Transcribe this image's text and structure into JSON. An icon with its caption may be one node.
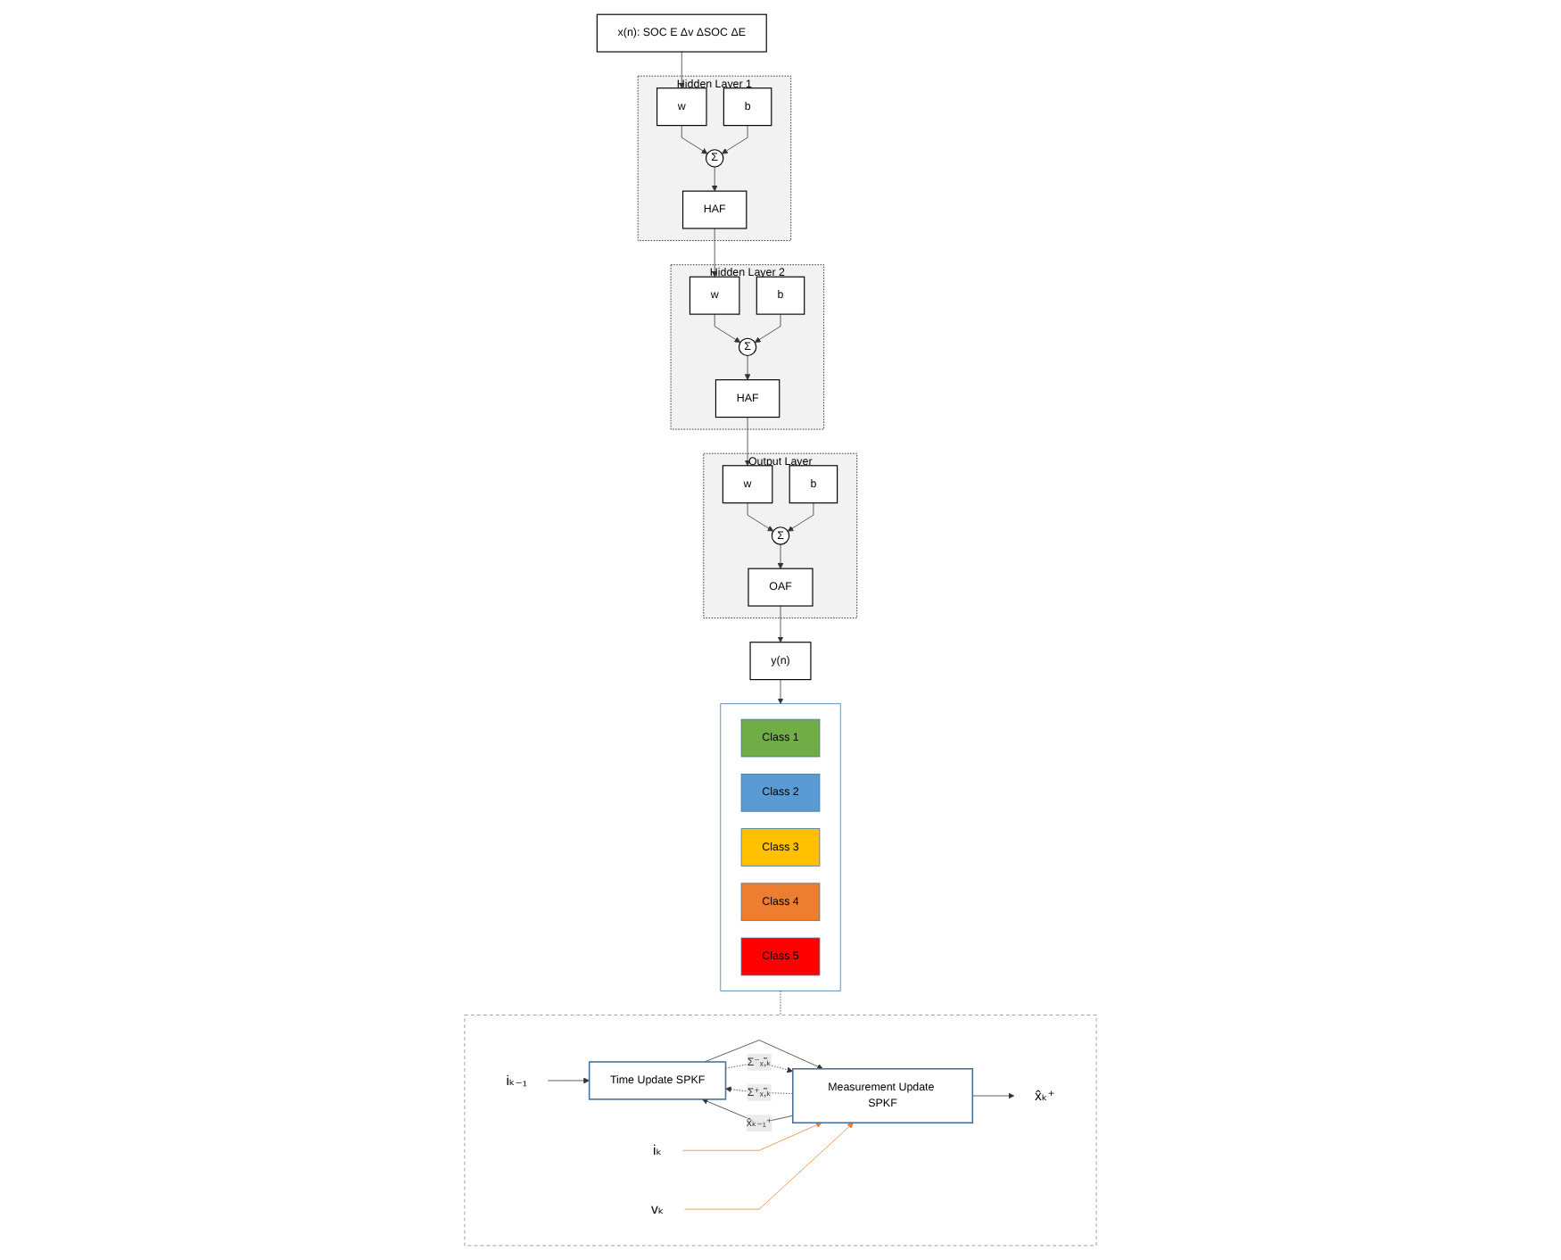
{
  "diagram": {
    "nodes": [
      {
        "text": [
          "x(n): SOC E Δv ΔSOC ΔE"
        ]
      },
      {
        "text": [
          "Hidden Layer 1"
        ]
      },
      {
        "text": [
          "w"
        ],
        "in": 1
      },
      {
        "text": [
          "b"
        ],
        "in": 1
      },
      {
        "text": [
          "Σ"
        ],
        "in": 1
      },
      {
        "text": [
          "HAF"
        ],
        "in": 1
      },
      {
        "text": [
          "Hidden Layer 2"
        ]
      },
      {
        "text": [
          "w"
        ],
        "in": 6
      },
      {
        "text": [
          "b"
        ],
        "in": 6
      },
      {
        "text": [
          "Σ"
        ],
        "in": 6
      },
      {
        "text": [
          "HAF"
        ],
        "in": 6
      },
      {
        "text": [
          "Output Layer"
        ]
      },
      {
        "text": [
          "w"
        ],
        "in": 11
      },
      {
        "text": [
          "b"
        ],
        "in": 11
      },
      {
        "text": [
          "Σ"
        ],
        "in": 11
      },
      {
        "text": [
          "OAF"
        ],
        "in": 11
      },
      {
        "text": [
          "y(n)"
        ]
      },
      {
        "text": [],
        "shape": "box"
      },
      {
        "text": [
          "Class 1"
        ],
        "in": 17
      },
      {
        "text": [
          "Class 2"
        ],
        "in": 17
      },
      {
        "text": [
          "Class 3"
        ],
        "in": 17
      },
      {
        "text": [
          "Class 4"
        ],
        "in": 17
      },
      {
        "text": [
          "Class 5"
        ],
        "in": 17
      },
      {
        "text": [],
        "shape": "box"
      },
      {
        "text": [
          "Time Update SPKF"
        ],
        "in": 23
      },
      {
        "text": [
          "Measurement Update SPKF"
        ],
        "in": 23
      },
      {
        "text": [
          "iₖ₋₁"
        ],
        "in": 23
      },
      {
        "text": [
          "iₖ"
        ],
        "in": 23
      },
      {
        "text": [
          "vₖ"
        ],
        "in": 23
      },
      {
        "text": [
          "x̂ₖ⁺"
        ],
        "in": 23
      }
    ],
    "edges": [
      {
        "from": 0,
        "to": 2,
        "arrow": "to"
      },
      {
        "from": 2,
        "to": 4,
        "arrow": "to"
      },
      {
        "from": 3,
        "to": 4,
        "arrow": "to"
      },
      {
        "from": 4,
        "to": 5,
        "arrow": "to"
      },
      {
        "from": 5,
        "to": 7,
        "arrow": "to"
      },
      {
        "from": 7,
        "to": 9,
        "arrow": "to"
      },
      {
        "from": 8,
        "to": 9,
        "arrow": "to"
      },
      {
        "from": 9,
        "to": 10,
        "arrow": "to"
      },
      {
        "from": 10,
        "to": 12,
        "arrow": "to"
      },
      {
        "from": 12,
        "to": 14,
        "arrow": "to"
      },
      {
        "from": 13,
        "to": 14,
        "arrow": "to"
      },
      {
        "from": 14,
        "to": 15,
        "arrow": "to"
      },
      {
        "from": 15,
        "to": 16,
        "arrow": "to"
      },
      {
        "from": 16,
        "to": 17,
        "arrow": "to"
      },
      {
        "from": 17,
        "to": 23,
        "arrow": "none",
        "style": "dashed"
      },
      {
        "from": 26,
        "to": 24,
        "arrow": "to"
      },
      {
        "from": 24,
        "to": 25,
        "arrow": "to"
      },
      {
        "from": 24,
        "to": 25,
        "arrow": "to",
        "style": "dashed",
        "label": "Σ⁻ₓ̃,ₖ"
      },
      {
        "from": 25,
        "to": 24,
        "arrow": "to",
        "style": "dashed",
        "label": "Σ⁺ₓ̃,ₖ"
      },
      {
        "from": 25,
        "to": 29,
        "arrow": "to"
      },
      {
        "from": 25,
        "to": 24,
        "arrow": "to",
        "label": "x̂ₖ₋₁⁺"
      },
      {
        "from": 27,
        "to": 25,
        "arrow": "to",
        "color": "#ed7d31"
      },
      {
        "from": 28,
        "to": 25,
        "arrow": "to",
        "color": "#ed7d31"
      }
    ]
  }
}
